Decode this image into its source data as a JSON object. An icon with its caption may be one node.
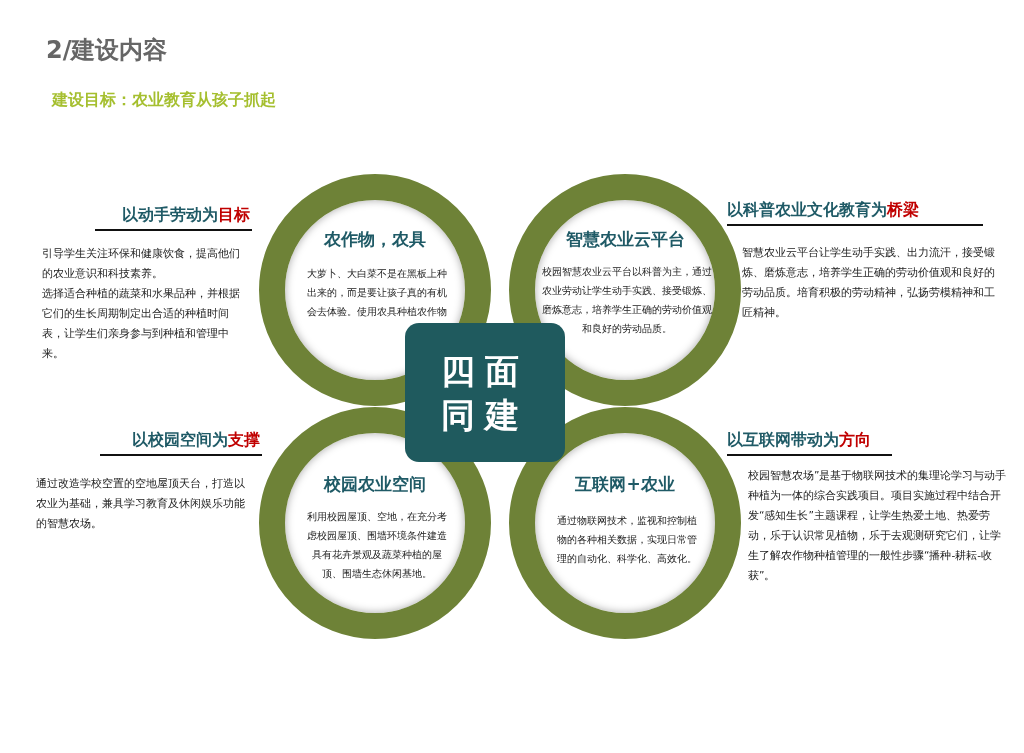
{
  "diagram": {
    "title": "2/建设内容",
    "nodes": [
      {
        "text": [
          "农作物，农具",
          "大萝卜、大白菜不是在黑板上种出来的，而是要让孩子真的有机会去体验。使用农具种植农作物"
        ]
      },
      {
        "text": [
          "智慧农业云平台",
          "校园智慧农业云平台以科普为主，通过农业劳动让学生动手实践、接受锻炼、磨炼意志，培养学生正确的劳动价值观和良好的劳动品质。"
        ]
      },
      {
        "text": [
          "校园农业空间",
          "利用校园屋顶、空地，在充分考虑校园屋顶、围墙环境条件建造具有花卉景观及蔬菜种植的屋顶、围墙生态休闲基地。"
        ]
      },
      {
        "text": [
          "互联网+农业",
          "通过物联网技术，监视和控制植物的各种相关数据，实现日常管理的自动化、科学化、高效化。"
        ]
      },
      {
        "text": [
          "四面同建"
        ]
      }
    ],
    "edges": [],
    "labels": [
      "建设目标：农业教育从孩子抓起",
      "以动手劳动为**目标**",
      "引导学生关注环保和健康饮食，提高他们的农业意识和科技素养。",
      "选择适合种植的蔬菜和水果品种，并根据它们的生长周期制定出合适的种植时间表，让学生们亲身参与到种植和管理中来。",
      "以科普农业文化教育为**桥梁**",
      "智慧农业云平台让学生动手实践、出力流汗，接受锻炼、磨炼意志，培养学生正确的劳动价值观和良好的劳动品质。培育积极的劳动精神，弘扬劳模精神和工匠精神。",
      "以校园空间为**支撑**",
      "通过改造学校空置的空地屋顶天台，打造以农业为基础，兼具学习教育及休闲娱乐功能的智慧农场。",
      "以互联网带动为**方向**",
      "校园智慧农场”是基于物联网技术的集理论学习与动手种植为一体的综合实践项目。项目实施过程中结合开发“感知生长”主题课程，让学生热爱土地、热爱劳动，乐于认识常见植物，乐于去观测研究它们，让学生了解农作物种植管理的一般性步骤“播种-耕耘-收获”。"
    ]
  }
}
